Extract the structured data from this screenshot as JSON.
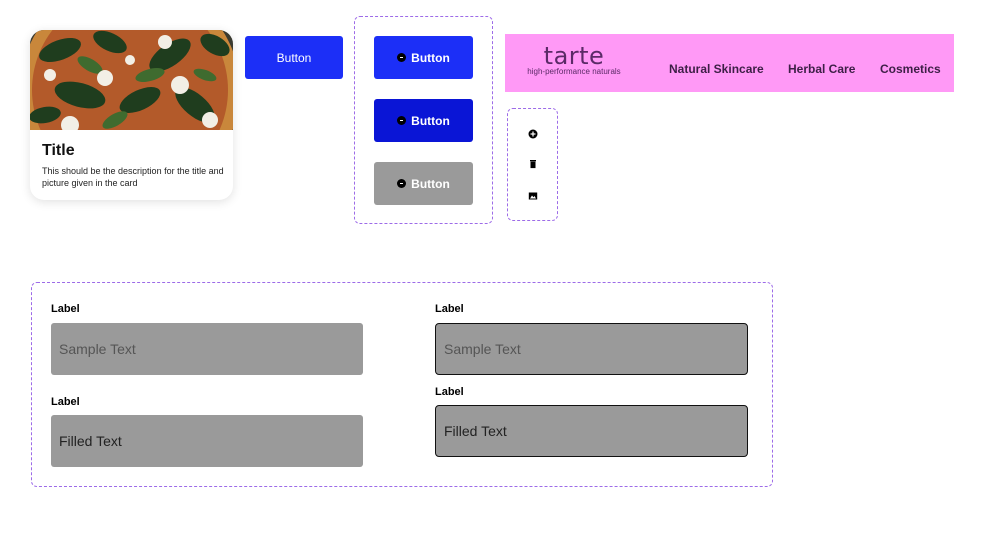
{
  "card": {
    "title": "Title",
    "description": "This should be the description for the title and picture given in the card",
    "image": "pizza-photo"
  },
  "primary_button": {
    "label": "Button",
    "color": "#1c2ff7"
  },
  "icon_buttons": [
    {
      "label": "Button",
      "icon": "plus-circle-icon",
      "color": "#1c2ff7"
    },
    {
      "label": "Button",
      "icon": "plus-circle-icon",
      "color": "#0a15d6"
    },
    {
      "label": "Button",
      "icon": "plus-circle-icon",
      "color": "#9a9a9a"
    }
  ],
  "icon_column": [
    "plus-circle-icon",
    "trash-icon",
    "image-icon"
  ],
  "nav": {
    "brand": "tarte",
    "tagline": "high-performance naturals",
    "background": "#ff99f6",
    "items": [
      "Natural Skincare",
      "Herbal Care",
      "Cosmetics"
    ]
  },
  "form": {
    "left": [
      {
        "label": "Label",
        "text": "Sample Text"
      },
      {
        "label": "Label",
        "text": "Filled Text"
      }
    ],
    "right": [
      {
        "label": "Label",
        "text": "Sample Text"
      },
      {
        "label": "Label",
        "text": "Filled Text"
      }
    ]
  },
  "colors": {
    "frame_dash": "#9d6be8",
    "field_bg": "#9a9a9a"
  }
}
